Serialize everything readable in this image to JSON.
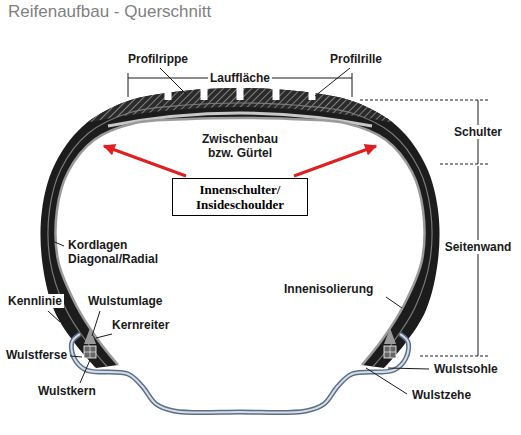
{
  "diagram": {
    "title": "Reifenaufbau - Querschnitt",
    "nodes": [
      {
        "text": [
          "Innenschulter/ Insideschoulder"
        ]
      }
    ],
    "labels": [
      "Profilrippe",
      "Lauffläche",
      "Profilrille",
      "Schulter",
      "Zwischenbau bzw. Gürtel",
      "Seitenwand",
      "Kordlagen Diagonal/Radial",
      "Innenisolierung",
      "Kennlinie",
      "Wulstumlage",
      "Kernreiter",
      "Wulstferse",
      "Wulstkern",
      "Wulstsohle",
      "Wulstzehe"
    ]
  }
}
